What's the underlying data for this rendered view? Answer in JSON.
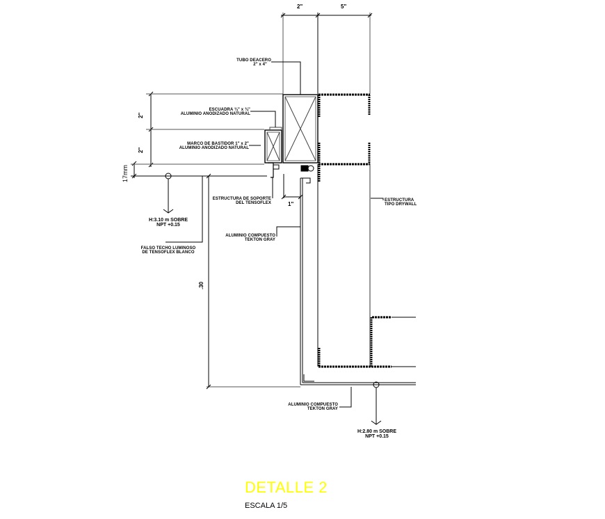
{
  "drawing": {
    "title": "DETALLE 2",
    "scale": "ESCALA 1/5",
    "title_color": "#ffff00",
    "line_color": "#000000",
    "background": "#ffffff"
  },
  "dimensions": {
    "top_left": "2\"",
    "top_right": "5\"",
    "left_upper": "2\"",
    "left_lower": "2\"",
    "left_gap": "17mm",
    "gap_1": "1\"",
    "vertical_long": ".30"
  },
  "annotations": {
    "tubo": {
      "line1": "TUBO DEACERO",
      "line2": "2\" x 4\""
    },
    "escuadra": {
      "line1": "ESCUADRA ¾\" x ¾\"",
      "line2": "ALUMINIO ANODIZADO NATURAL"
    },
    "marco": {
      "line1": "MARCO DE BASTIDOR 1\" x 2\"",
      "line2": "ALUMINIO ANODIZADO NATURAL"
    },
    "estructura_soporte": {
      "line1": "ESTRUCTURA DE SOPORTE",
      "line2": "DEL TENSOFLEX"
    },
    "nivel_superior": {
      "line1": "H:3.10 m SOBRE",
      "line2": "NPT +0.15"
    },
    "aluminio_compuesto_1": {
      "line1": "ALUMINIO COMPUESTO",
      "line2": "TEKTON GRAY"
    },
    "falso_techo": {
      "line1": "FALSO TECHO LUMINOSO",
      "line2": "DE TENSOFLEX BLANCO"
    },
    "estructura_drywall": {
      "line1": "ESTRUCTURA",
      "line2": "TIPO DRYWALL"
    },
    "aluminio_compuesto_2": {
      "line1": "ALUMINIO COMPUESTO",
      "line2": "TEKTON GRAY"
    },
    "nivel_inferior": {
      "line1": "H:2.80 m SOBRE",
      "line2": "NPT +0.15"
    }
  }
}
